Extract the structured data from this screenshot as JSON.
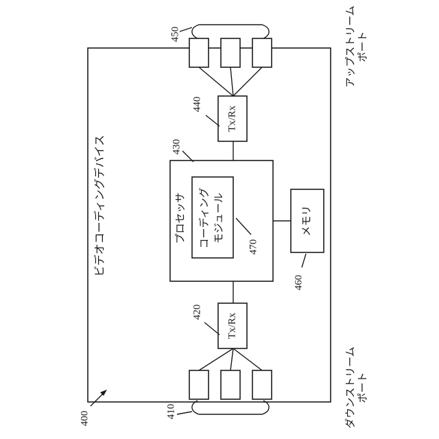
{
  "device": {
    "label": "ビデオコーディングデバイス",
    "ref": "400"
  },
  "upstream_port": {
    "line1": "アップストリーム",
    "line2": "ポート"
  },
  "downstream_port": {
    "line1": "ダウンストリーム",
    "line2": "ポート"
  },
  "upstream_ports": {
    "ref": "450"
  },
  "downstream_ports": {
    "ref": "410"
  },
  "tx_rx_upper": {
    "label": "Tx/Rx",
    "ref": "440"
  },
  "tx_rx_lower": {
    "label": "Tx/Rx",
    "ref": "420"
  },
  "processor": {
    "label": "プロセッサ",
    "ref": "430"
  },
  "coding_module": {
    "line1": "コーディング",
    "line2": "モジュール",
    "ref": "470"
  },
  "memory": {
    "label": "メモリ",
    "ref": "460"
  }
}
